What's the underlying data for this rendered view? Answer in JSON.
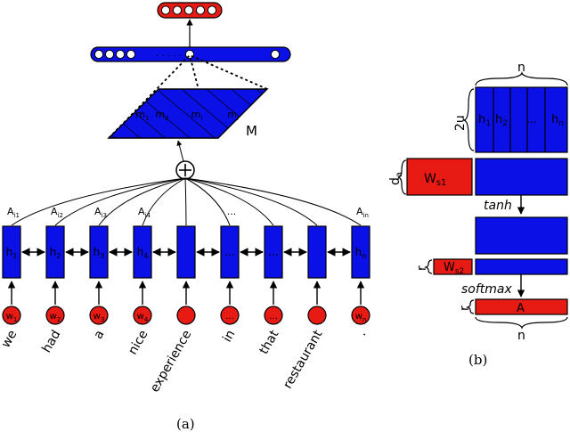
{
  "panel_a": {
    "caption": "(a)",
    "words": [
      "we",
      "had",
      "a",
      "nice",
      "experience",
      "in",
      "that",
      "restaurant",
      "."
    ],
    "hidden_labels": [
      "h",
      "h",
      "h",
      "h",
      "",
      "...",
      "...",
      "",
      "h"
    ],
    "hidden_subs": [
      "1",
      "2",
      "3",
      "4",
      "",
      "",
      "",
      "",
      "n"
    ],
    "word_labels": [
      "w",
      "w",
      "w",
      "w",
      "",
      "...",
      "...",
      "",
      "w"
    ],
    "word_subs": [
      "1",
      "2",
      "3",
      "4",
      "",
      "",
      "",
      "",
      "n"
    ],
    "attn_labels": [
      "A",
      "A",
      "A",
      "A",
      "",
      "...",
      "",
      "",
      "A"
    ],
    "attn_subs": [
      "i1",
      "i2",
      "i3",
      "i4",
      "",
      "",
      "",
      "",
      "in"
    ],
    "sum_symbol": "+",
    "matrix_label": "M",
    "m_labels": [
      "m",
      "m",
      "m",
      "m"
    ],
    "m_subs": [
      "1",
      "2",
      "i",
      "r"
    ],
    "dots": "· · · · · ·"
  },
  "panel_b": {
    "caption": "(b)",
    "n_top": "n",
    "two_u": "2u",
    "h_labels": [
      "h",
      "h",
      "...",
      "h"
    ],
    "h_subs": [
      "1",
      "2",
      "",
      "n"
    ],
    "da": "d",
    "da_sub": "a",
    "ws1": "W",
    "ws1_sub": "s1",
    "tanh": "tanh",
    "r1": "r",
    "ws2": "W",
    "ws2_sub": "s2",
    "softmax": "softmax",
    "r2": "r",
    "a_label": "A",
    "n_bottom": "n"
  },
  "colors": {
    "blue": "#0a10e6",
    "red": "#e81a14",
    "black": "#000000"
  }
}
